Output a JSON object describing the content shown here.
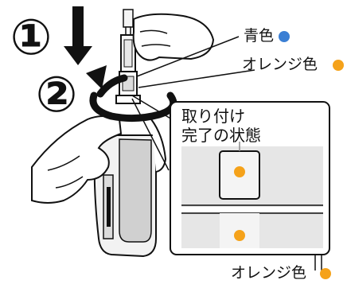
{
  "steps": [
    {
      "number": "①"
    },
    {
      "number": "②"
    }
  ],
  "labels": {
    "blue": "青色",
    "orange_top": "オレンジ色",
    "orange_bottom": "オレンジ色"
  },
  "inset": {
    "title_line1": "取り付け",
    "title_line2": "完了の状態"
  },
  "colors": {
    "blue_dot": "#3b7fd4",
    "orange_dot": "#f5a21a",
    "line": "#111111",
    "inset_panel": "#e6e6e6",
    "inset_border": "#111111"
  }
}
